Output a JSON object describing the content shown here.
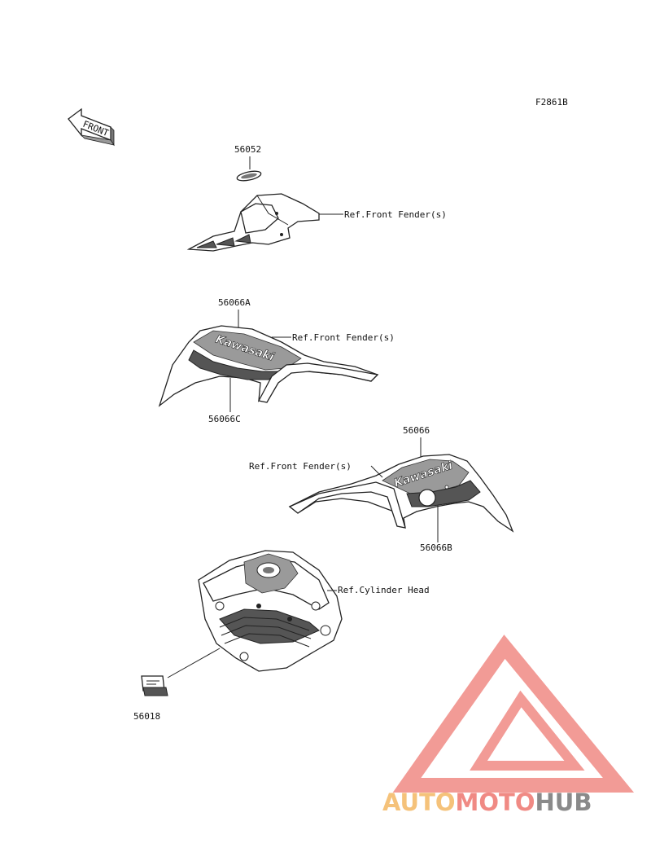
{
  "figure_code": "F2861B",
  "front_arrow": {
    "label": "FRONT",
    "icon": "front-direction-arrow-icon"
  },
  "parts": {
    "p56052": "56052",
    "p56066A": "56066A",
    "p56066C": "56066C",
    "p56066": "56066",
    "p56066B": "56066B",
    "p56018": "56018"
  },
  "references": {
    "front_fender_top": "Ref.Front Fender(s)",
    "front_fender_left": "Ref.Front Fender(s)",
    "front_fender_right": "Ref.Front Fender(s)",
    "cylinder_head": "Ref.Cylinder Head"
  },
  "decal_text": {
    "left": "Kawasaki",
    "right": "Kawasaki"
  },
  "watermark": {
    "part1": "AUTO",
    "part2": "MOTO",
    "part3": "HUB",
    "color1": "#f5c27a",
    "color2": "#f08a84",
    "color3": "#8a8a8a",
    "logo_color": "#f08a84"
  }
}
